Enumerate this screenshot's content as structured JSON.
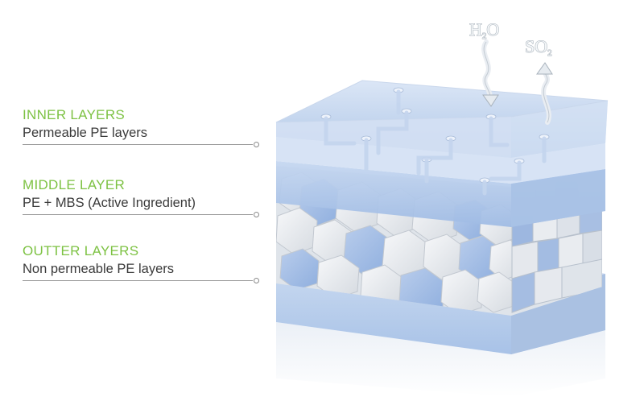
{
  "legend": [
    {
      "title": "INNER LAYERS",
      "description": "Permeable PE layers"
    },
    {
      "title": "MIDDLE LAYER",
      "description": "PE + MBS (Active Ingredient)"
    },
    {
      "title": "OUTTER LAYERS",
      "description": "Non permeable PE layers"
    }
  ],
  "gases": {
    "water": {
      "base": "H",
      "sub": "2",
      "tail": "O"
    },
    "sulfur_dioxide": {
      "base": "SO",
      "sub": "2"
    }
  },
  "colors": {
    "accent_green": "#7dc243",
    "film_blue": "#b7cdec",
    "crystal_blue": "#9ebbe6",
    "crystal_white": "#eceff2"
  }
}
